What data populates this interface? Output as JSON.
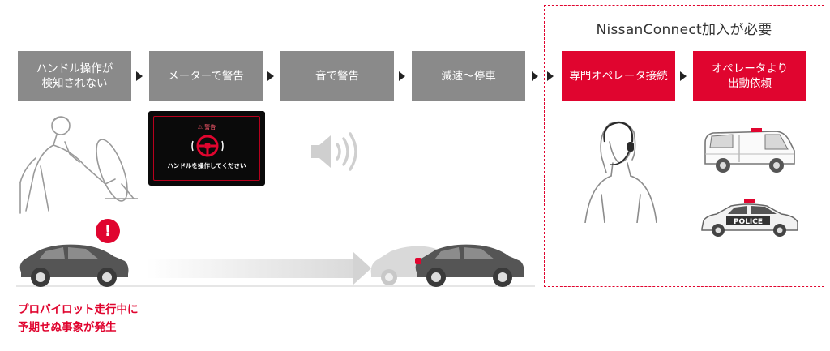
{
  "steps": [
    {
      "label": "ハンドル操作が\n検知されない"
    },
    {
      "label": "メーターで警告"
    },
    {
      "label": "音で警告"
    },
    {
      "label": "減速〜停車"
    },
    {
      "label": "専門オペレータ接続"
    },
    {
      "label": "オペレータより\n出動依頼"
    }
  ],
  "nissan_connect": {
    "title": "NissanConnect加入が必要"
  },
  "meter_panel": {
    "warning_label": "⚠ 警告",
    "message": "ハンドルを操作してください"
  },
  "alert_badge": {
    "symbol": "!"
  },
  "police_label": "POLICE",
  "caption": {
    "line1": "プロパイロット走行中に",
    "line2": "予期せぬ事象が発生"
  },
  "colors": {
    "accent_red": "#e0052f",
    "step_gray": "#8a8a8a"
  }
}
